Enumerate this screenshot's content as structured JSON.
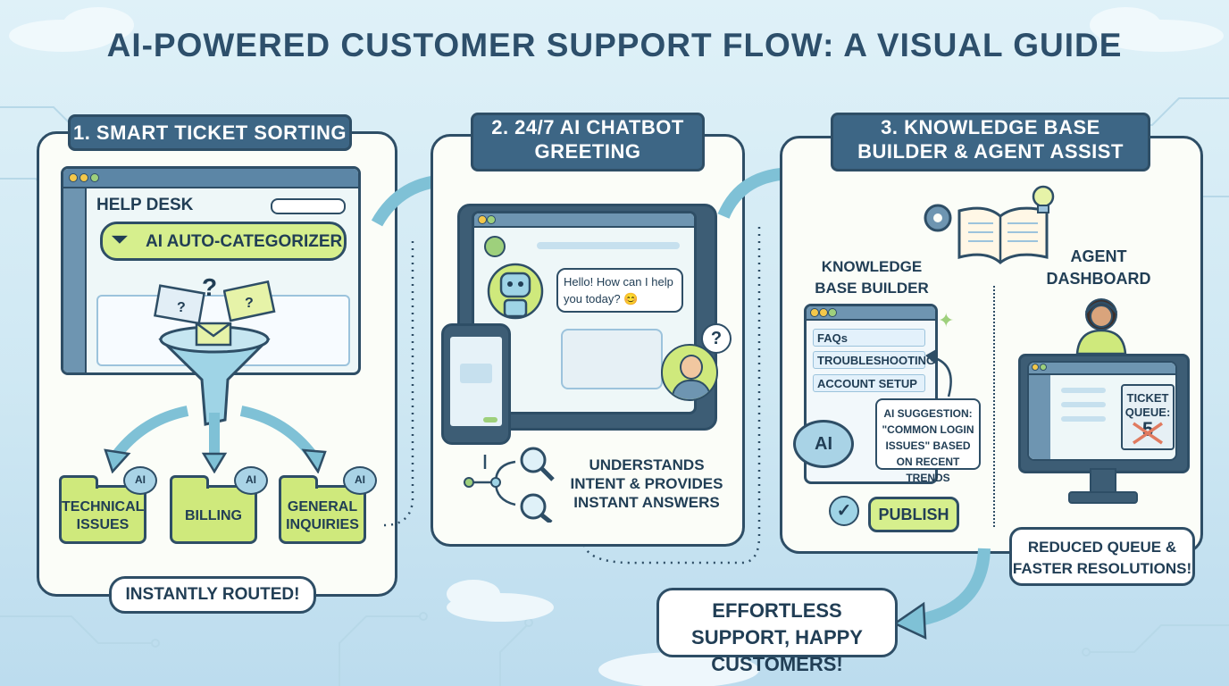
{
  "title": "AI-POWERED CUSTOMER SUPPORT FLOW: A VISUAL GUIDE",
  "step1": {
    "heading": "1. SMART TICKET SORTING",
    "window_title": "HELP DESK",
    "categorizer_label": "AI AUTO-CATEGORIZER",
    "ai_badge": "AI",
    "folders": [
      "TECHNICAL ISSUES",
      "BILLING",
      "GENERAL INQUIRIES"
    ],
    "caption": "INSTANTLY ROUTED!"
  },
  "step2": {
    "heading": "2. 24/7 AI CHATBOT GREETING",
    "bot_message": "Hello! How can I help you today? 😊",
    "question_mark": "?",
    "caption": "UNDERSTANDS INTENT & PROVIDES INSTANT ANSWERS"
  },
  "step3": {
    "heading": "3. KNOWLEDGE BASE BUILDER & AGENT ASSIST",
    "kb_title": "KNOWLEDGE BASE BUILDER",
    "kb_items": [
      "FAQs",
      "TROUBLESHOOTING",
      "ACCOUNT SETUP"
    ],
    "ai_badge": "AI",
    "ai_suggestion": "AI SUGGESTION: \"COMMON LOGIN ISSUES\" BASED ON RECENT TRENDS",
    "publish_label": "PUBLISH",
    "agent_title": "AGENT DASHBOARD",
    "ticket_queue_label": "TICKET QUEUE:",
    "ticket_queue_value": "5",
    "caption": "REDUCED QUEUE & FASTER RESOLUTIONS!"
  },
  "outcome": "EFFORTLESS SUPPORT, HAPPY CUSTOMERS!"
}
